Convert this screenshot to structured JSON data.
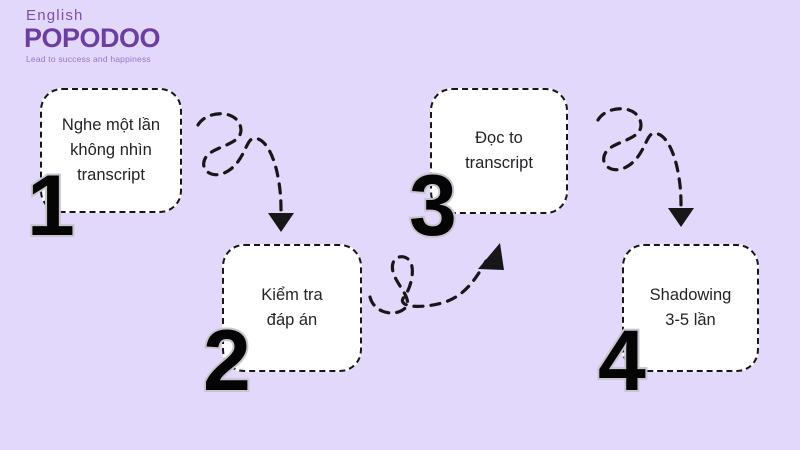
{
  "background_color": "#e2d8fb",
  "logo": {
    "name": "english-popodoo-logo",
    "line1": "English",
    "line2": "POPODOO",
    "tagline": "Lead to success and happiness",
    "color_primary": "#6b3fa0",
    "color_secondary": "#7b4fae",
    "color_tagline": "#9a74c4"
  },
  "steps": [
    {
      "number": "1",
      "text": "Nghe một lần\nkhông nhìn\ntranscript",
      "box_fill": "#ffffff",
      "border_color": "#17171a"
    },
    {
      "number": "2",
      "text": "Kiểm tra\nđáp án",
      "box_fill": "#ffffff",
      "border_color": "#17171a"
    },
    {
      "number": "3",
      "text": "Đọc to\ntranscript",
      "box_fill": "#ffffff",
      "border_color": "#17171a"
    },
    {
      "number": "4",
      "text": "Shadowing\n3-5 lần",
      "box_fill": "#ffffff",
      "border_color": "#17171a"
    }
  ],
  "arrows": [
    {
      "name": "arrow-step1-to-step2",
      "direction": "down",
      "style": "dashed-curly-loop"
    },
    {
      "name": "arrow-step2-to-step3",
      "direction": "up-right",
      "style": "dashed-curly-loop"
    },
    {
      "name": "arrow-step3-to-step4",
      "direction": "down",
      "style": "dashed-curly-loop"
    }
  ]
}
